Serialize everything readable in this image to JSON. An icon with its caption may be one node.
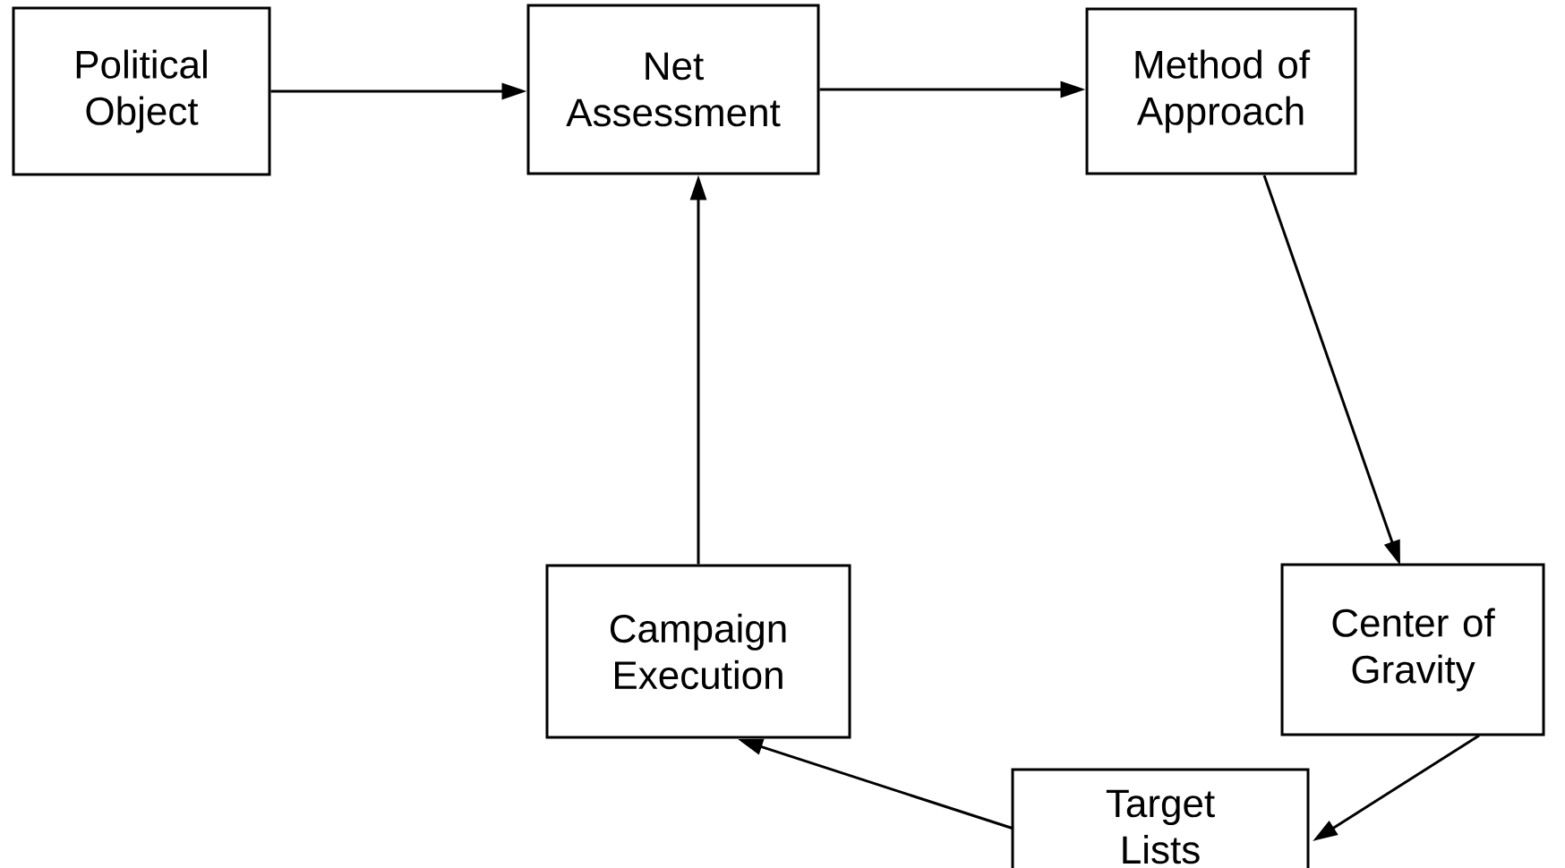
{
  "diagram": {
    "nodes": [
      {
        "text": [
          "Political Object"
        ]
      },
      {
        "text": [
          "Net Assessment"
        ]
      },
      {
        "text": [
          "Method of Approach"
        ]
      },
      {
        "text": [
          "Center of Gravity"
        ]
      },
      {
        "text": [
          "Target Lists"
        ]
      },
      {
        "text": [
          "Campaign Execution"
        ]
      }
    ],
    "edges": [
      {
        "from": 0,
        "to": 1,
        "arrow": "to"
      },
      {
        "from": 1,
        "to": 2,
        "arrow": "to"
      },
      {
        "from": 2,
        "to": 3,
        "arrow": "to"
      },
      {
        "from": 3,
        "to": 4,
        "arrow": "to"
      },
      {
        "from": 4,
        "to": 5,
        "arrow": "to"
      },
      {
        "from": 5,
        "to": 1,
        "arrow": "to"
      }
    ]
  }
}
